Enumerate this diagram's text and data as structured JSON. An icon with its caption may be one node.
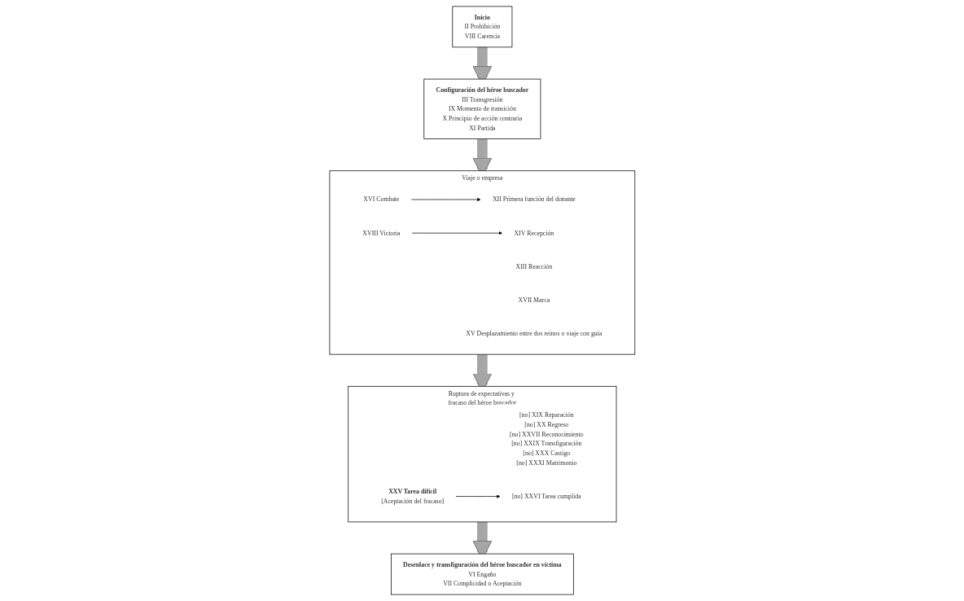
{
  "diagram": {
    "nodes": [
      {
        "text": [
          "Inicio",
          "II Prohibición",
          "VIII Carencia"
        ]
      },
      {
        "text": [
          "Configuración del héroe buscador",
          "III Transgresión",
          "IX Momento de transición",
          "X Principio de acción contraria",
          "XI Partida"
        ]
      },
      {
        "text": [
          "Viaje o empresa"
        ]
      },
      {
        "text": [
          "XII Primera función del donante"
        ],
        "in": 2
      },
      {
        "text": [
          "XVI Combate"
        ],
        "in": 2
      },
      {
        "text": [
          "XIII Reacción"
        ],
        "in": 2
      },
      {
        "text": [
          "XVII Marca"
        ],
        "in": 2
      },
      {
        "text": [
          "XIV Recepción"
        ],
        "in": 2
      },
      {
        "text": [
          "XVIII Victoria"
        ],
        "in": 2
      },
      {
        "text": [
          "XV Desplazamiento entre dos reinos o viaje con guía"
        ],
        "in": 2
      },
      {
        "text": [
          "Ruptura de expectativas y fracaso del héroe buscador"
        ]
      },
      {
        "text": [
          "[no] XIX Reparación",
          "[no] XX Regreso",
          "[no] XXVII Reconocimiento",
          "[no] XXIX Transfiguración",
          "[no] XXX Castigo",
          "[no] XXXI Matrimonio"
        ],
        "in": 10
      },
      {
        "text": [
          "XXV Tarea difícil",
          "[Aceptación del fracaso]"
        ],
        "in": 10
      },
      {
        "text": [
          "[no] XXVI Tarea cumplida"
        ],
        "in": 10
      },
      {
        "text": [
          "Desenlace y transfiguración del héroe buscador en víctima",
          "VI Engaño",
          "VII Complicidad o Aceptación"
        ]
      }
    ],
    "edges": [
      {
        "from": 0,
        "to": 1,
        "arrow": "to"
      },
      {
        "from": 1,
        "to": 2,
        "arrow": "to"
      },
      {
        "from": 4,
        "to": 3,
        "arrow": "to",
        "color": "#000000"
      },
      {
        "from": 8,
        "to": 7,
        "arrow": "to",
        "color": "#000000"
      },
      {
        "from": 2,
        "to": 10,
        "arrow": "to"
      },
      {
        "from": 12,
        "to": 13,
        "arrow": "to",
        "color": "#000000"
      },
      {
        "from": 10,
        "to": 14,
        "arrow": "to"
      }
    ]
  }
}
